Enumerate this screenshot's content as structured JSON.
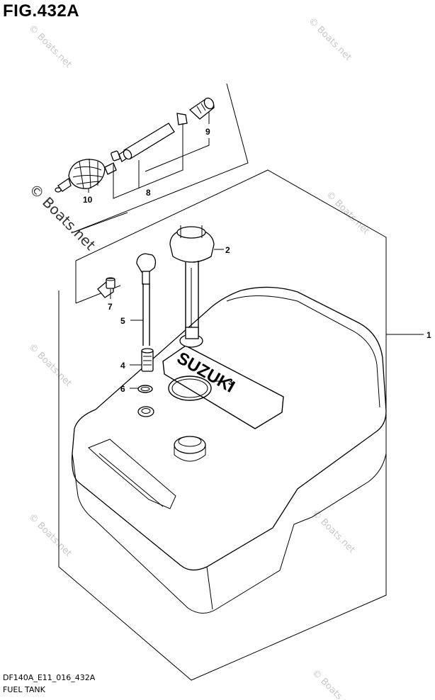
{
  "figure": {
    "title": "FIG.432A",
    "code": "DF140A_E11_016_432A",
    "name": "FUEL TANK"
  },
  "watermark": {
    "text": "© Boats.net"
  },
  "callouts": [
    {
      "id": "1"
    },
    {
      "id": "2"
    },
    {
      "id": "3"
    },
    {
      "id": "4"
    },
    {
      "id": "5"
    },
    {
      "id": "6"
    },
    {
      "id": "7"
    },
    {
      "id": "8"
    },
    {
      "id": "9"
    },
    {
      "id": "10"
    }
  ],
  "tank_label": "SUZUKI",
  "colors": {
    "line": "#000000",
    "watermark": "#c8c8c8",
    "background": "#ffffff"
  }
}
